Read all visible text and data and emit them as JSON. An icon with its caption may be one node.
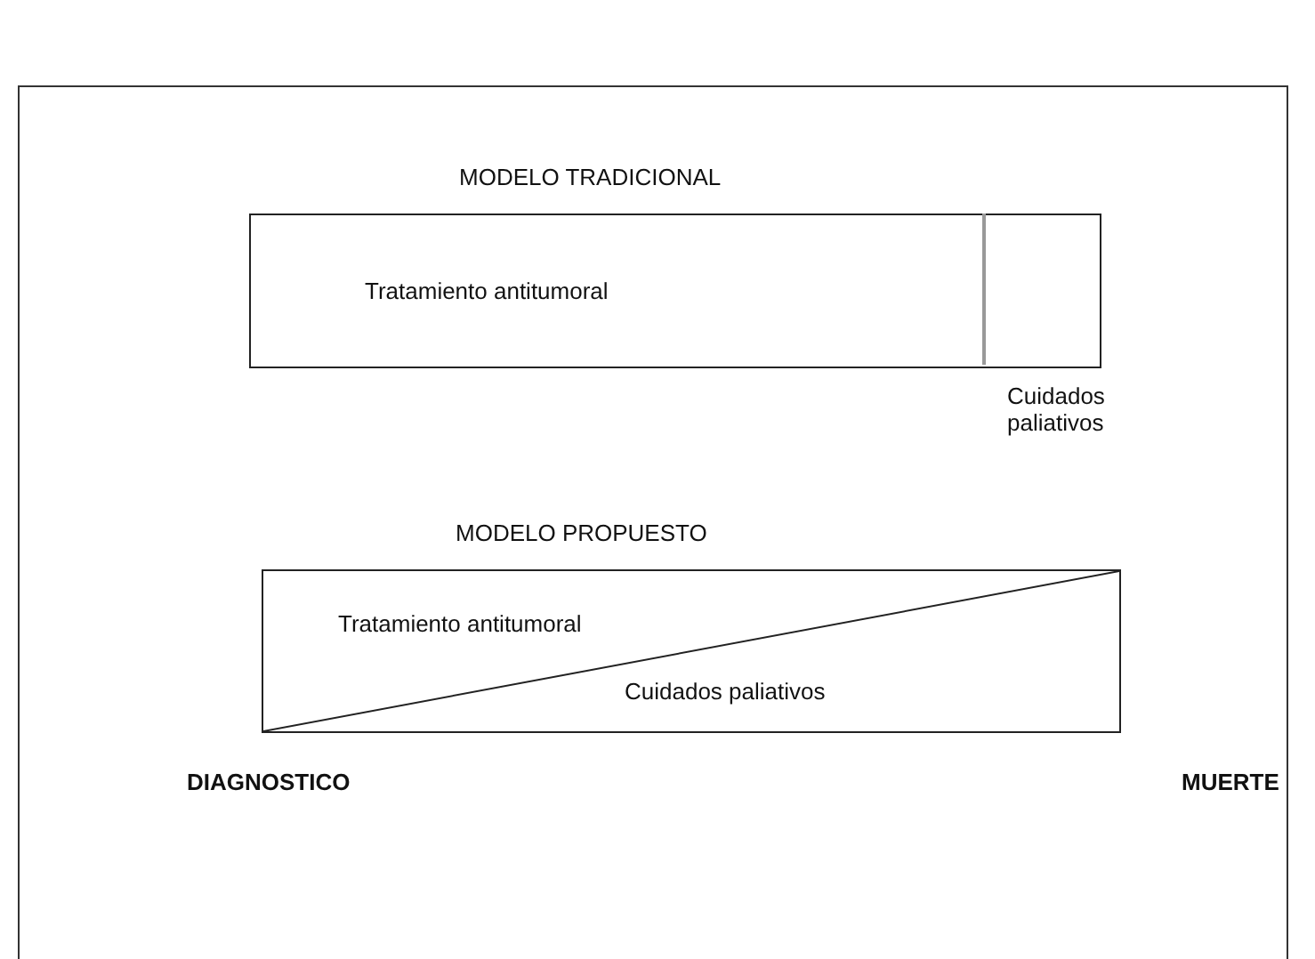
{
  "diagram": {
    "nodes": [
      {
        "text": [
          "MODELO TRADICIONAL",
          "Tratamiento antitumoral"
        ]
      },
      {
        "text": [
          "Cuidados paliativos"
        ],
        "in": 0
      },
      {
        "text": [
          "MODELO PROPUESTO"
        ]
      },
      {
        "text": [
          "Tratamiento antitumoral"
        ],
        "in": 2
      },
      {
        "text": [
          "Cuidados paliativos"
        ],
        "in": 2
      }
    ],
    "edges": [],
    "labels": [
      "DIAGNOSTICO",
      "MUERTE"
    ]
  }
}
